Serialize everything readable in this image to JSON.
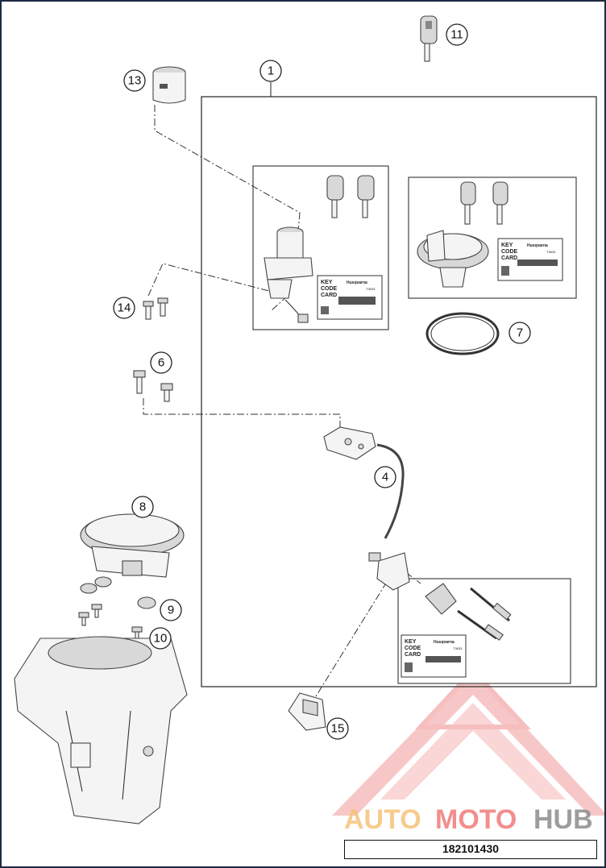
{
  "callouts": {
    "c1": "1",
    "c4": "4",
    "c6": "6",
    "c7": "7",
    "c8": "8",
    "c9": "9",
    "c10": "10",
    "c11": "11",
    "c13": "13",
    "c14": "14",
    "c15": "15"
  },
  "key_card": {
    "line1": "KEY",
    "line2": "CODE",
    "line3": "CARD",
    "brand": "Husqvarna",
    "code": "T3633"
  },
  "watermark": {
    "part1": "AUTO",
    "part2": "MOTO",
    "part3": "HUB",
    "color1": "#f5c27a",
    "color2": "#f07b7b",
    "color3": "#8c8c8c"
  },
  "document_number": "182101430"
}
